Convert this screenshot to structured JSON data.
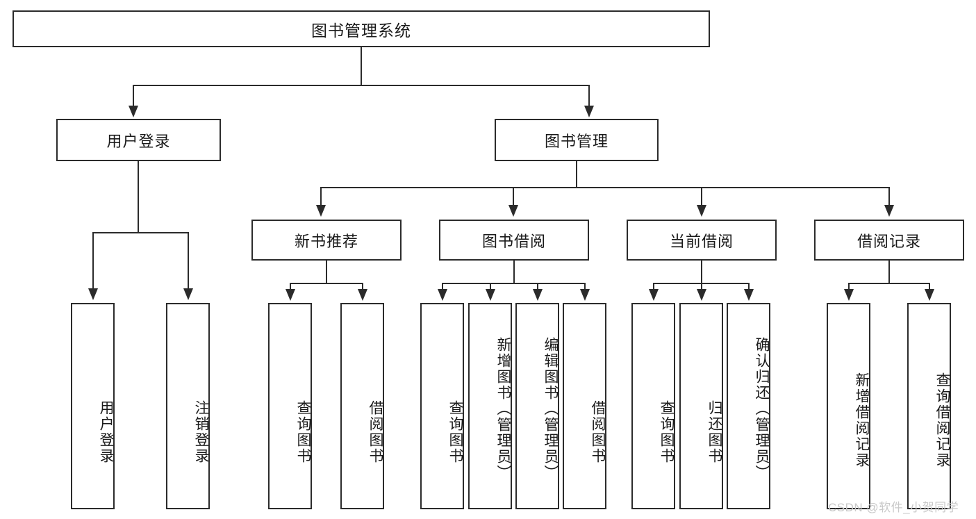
{
  "diagram": {
    "type": "tree-hierarchy-diagram",
    "title": "图书管理系统",
    "levels": 4,
    "colors": {
      "box_border": "#2b2b2b",
      "box_fill": "#ffffff",
      "connector": "#2b2b2b",
      "text": "#1a1a1a",
      "watermark": "#c9c9c9",
      "background": "#ffffff"
    },
    "root": {
      "label": "图书管理系统"
    },
    "level2": [
      {
        "label": "用户登录"
      },
      {
        "label": "图书管理"
      }
    ],
    "level3": [
      {
        "label": "新书推荐"
      },
      {
        "label": "图书借阅"
      },
      {
        "label": "当前借阅"
      },
      {
        "label": "借阅记录"
      }
    ],
    "leaves": {
      "user_login": [
        {
          "label": "用户登录"
        },
        {
          "label": "注销登录"
        }
      ],
      "new_book_recommend": [
        {
          "label": "查询图书"
        },
        {
          "label": "借阅图书"
        }
      ],
      "book_borrow": [
        {
          "label": "查询图书"
        },
        {
          "label": "新增图书（管理员）"
        },
        {
          "label": "编辑图书（管理员）"
        },
        {
          "label": "借阅图书"
        }
      ],
      "current_borrow": [
        {
          "label": "查询图书"
        },
        {
          "label": "归还图书"
        },
        {
          "label": "确认归还（管理员）"
        }
      ],
      "borrow_record": [
        {
          "label": "新增借阅记录"
        },
        {
          "label": "查询借阅记录"
        }
      ]
    }
  },
  "watermark": {
    "text": "CSDN @软件_小贺同学"
  }
}
